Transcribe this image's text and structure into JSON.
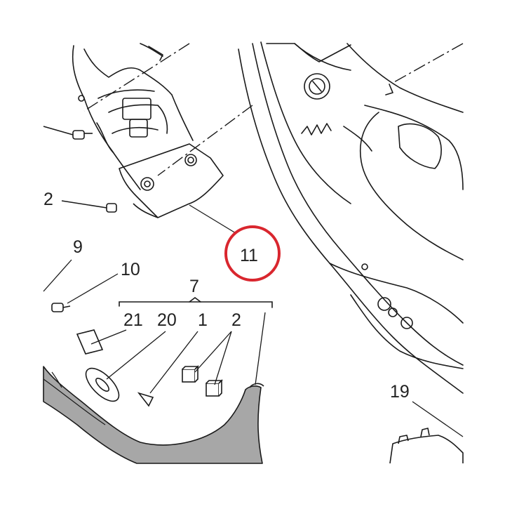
{
  "callouts": {
    "c11": "11",
    "c2_top": "2",
    "c9": "9",
    "c10": "10",
    "c7": "7",
    "c21": "21",
    "c20": "20",
    "c1": "1",
    "c2_kit": "2",
    "c19": "19"
  },
  "colors": {
    "line": "#1a1a1a",
    "highlight": "#d9262e",
    "part_fill": "#a7a7a7",
    "text": "#222222"
  }
}
